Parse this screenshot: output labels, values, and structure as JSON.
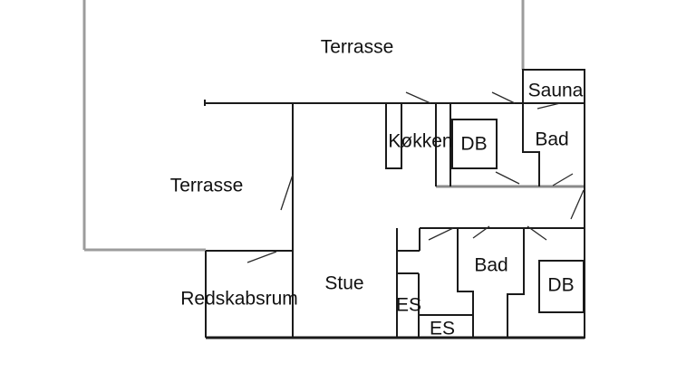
{
  "drawing": {
    "type": "floor-plan",
    "colors": {
      "wall": "#1a1a1a",
      "terrace_outline": "#9c9c9c",
      "divider": "#8a8a8a",
      "door_swing": "#2a2a2a",
      "background": "#ffffff",
      "label": "#111111"
    },
    "rooms": {
      "terrasse_top": {
        "label": "Terrasse"
      },
      "terrasse_left": {
        "label": "Terrasse"
      },
      "sauna": {
        "label": "Sauna"
      },
      "koekken": {
        "label": "Køkken"
      },
      "db_upper": {
        "label": "DB"
      },
      "bad_upper": {
        "label": "Bad"
      },
      "stue": {
        "label": "Stue"
      },
      "redskabsrum": {
        "label": "Redskabsrum"
      },
      "es_closet": {
        "label": "ES"
      },
      "es_room": {
        "label": "ES"
      },
      "bad_lower": {
        "label": "Bad"
      },
      "db_lower": {
        "label": "DB"
      }
    }
  }
}
